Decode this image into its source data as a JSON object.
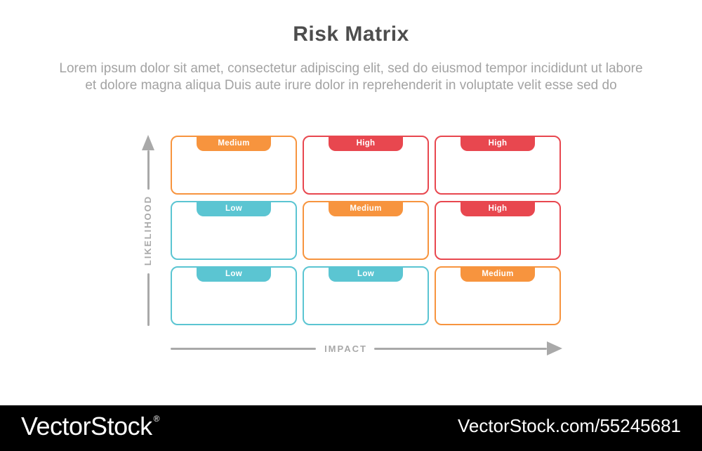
{
  "page": {
    "title": "Risk Matrix",
    "subtitle_line1": "Lorem ipsum dolor sit amet, consectetur adipiscing elit, sed do eiusmod tempor incididunt ut labore",
    "subtitle_line2": "et dolore magna aliqua Duis aute irure dolor in reprehenderit in voluptate velit esse sed do"
  },
  "axes": {
    "y_label": "LIKELIHOOD",
    "x_label": "IMPACT"
  },
  "colors": {
    "low": "#5BC5D2",
    "medium": "#F7943E",
    "high": "#E8474F",
    "axis": "#A9A9A9",
    "title_text": "#4D4D4D",
    "subtitle_text": "#A3A3A3"
  },
  "matrix": {
    "rows": [
      {
        "cells": [
          {
            "label": "Medium",
            "level": "medium"
          },
          {
            "label": "High",
            "level": "high"
          },
          {
            "label": "High",
            "level": "high"
          }
        ]
      },
      {
        "cells": [
          {
            "label": "Low",
            "level": "low"
          },
          {
            "label": "Medium",
            "level": "medium"
          },
          {
            "label": "High",
            "level": "high"
          }
        ]
      },
      {
        "cells": [
          {
            "label": "Low",
            "level": "low"
          },
          {
            "label": "Low",
            "level": "low"
          },
          {
            "label": "Medium",
            "level": "medium"
          }
        ]
      }
    ]
  },
  "footer": {
    "brand": "VectorStock",
    "registered_mark": "®",
    "watermark": "VectorStock.com/55245681"
  }
}
